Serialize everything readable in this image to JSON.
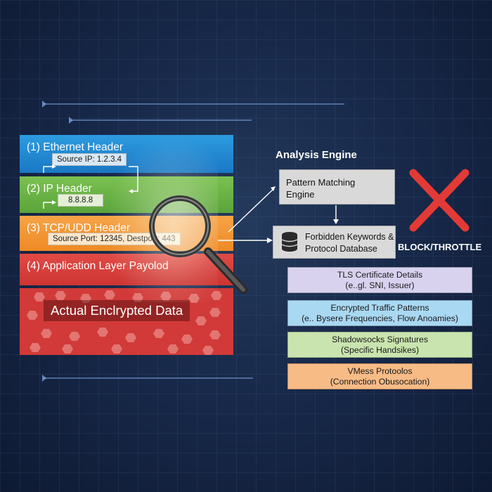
{
  "layers": [
    {
      "label": "(1) Ethernet Header",
      "tag": "Source IP: 1.2.3.4"
    },
    {
      "label": "(2) IP Header",
      "tag": "8.8.8.8"
    },
    {
      "label": "(3) TCP/UDD Header",
      "tag": "Source Port: 12345, Destport: 443"
    },
    {
      "label": "(4) Application Layer Payolod"
    },
    {
      "label": "Actual Enclrypted Data"
    }
  ],
  "engine": {
    "title": "Analysis Engine",
    "pattern_box": "Pattern Matching\nEngine",
    "db_box": "Forbidden Keywords &\nProtocol Database",
    "action": "BLOCK/THROTTLE",
    "action_color": "#e23a36"
  },
  "details": [
    {
      "line1": "TLS Certificate Details",
      "line2": "(e..gl. SNI, Issuer)",
      "color": "#d8d2ef"
    },
    {
      "line1": "Encrypted Traffic Patterns",
      "line2": "(e.. Bysere Frequencies, Flow Anoamies)",
      "color": "#a9d8f2"
    },
    {
      "line1": "Shadowsocks Signatures",
      "line2": "(Specific Handsikes)",
      "color": "#c9e4ae"
    },
    {
      "line1": "VMess Protoolos",
      "line2": "(Connection Obusocation)",
      "color": "#f7bb86"
    }
  ],
  "icons": [
    "magnifying-glass-icon",
    "database-icon",
    "x-mark-icon",
    "arrow-icon"
  ]
}
